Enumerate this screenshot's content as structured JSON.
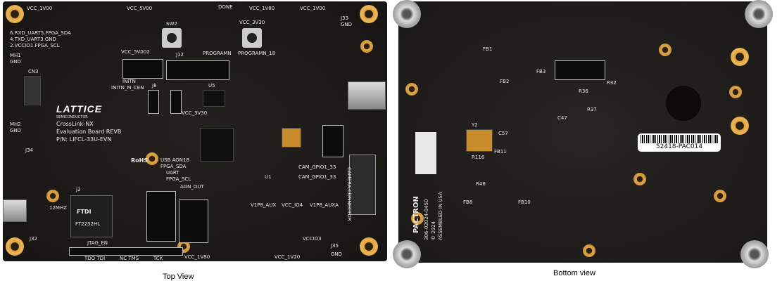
{
  "captions": {
    "top": "Top View",
    "bottom": "Bottom view"
  },
  "top_board": {
    "brand": "LATTICE",
    "brand_sub": "SEMICONDUCTOR",
    "title": "CrossLink-NX",
    "subtitle": "Evaluation Board REVB",
    "part_number": "P/N: LIFCL-33U-EVN",
    "ftdi_chip": [
      "FTDI",
      "FT2232HL"
    ],
    "rohs": "RoHS",
    "silk_labels": [
      "VCC_1V00",
      "VCC_5V00",
      "DONE",
      "VCC_1V80",
      "VCC_1V00",
      "J33",
      "GND",
      "6.RXD_UART5.FPGA_SDA",
      "4.TXD_UART3.GND",
      "2.VCCIO1.FPGA_SCL",
      "SW2",
      "PROGRAMN",
      "PROGRAMN_18",
      "VCC_3V30",
      "MH1",
      "GND",
      "CN3",
      "VCC_5V002",
      "J12",
      "INITN",
      "INITN_M_CEN",
      "J8",
      "U5",
      "VCC_3V30",
      "MH2",
      "GND",
      "J34",
      "USB AON18",
      "FPGA_SDA",
      "UART",
      "FPGA_SCL",
      "AON_OUT",
      "J2",
      "12MHZ",
      "V1P8_AUX",
      "VCC_IO4",
      "V1P8_AUXA",
      "VCCIO3",
      "JTAG_EN",
      "VCC_1V80",
      "VCC_1V20",
      "J35",
      "GND",
      "J32",
      "TDO TDI",
      "NC TMS",
      "TCK",
      "CAMERA CONNECTOR",
      "CAM_GPIO1_33",
      "CAM_GPIO1_33",
      "U1"
    ]
  },
  "bottom_board": {
    "label": "52418-PAC014",
    "brand": "PACTRON",
    "silk_labels": [
      "306-02024-0450",
      "© 2024",
      "ASSEMBLED IN USA",
      "FB1",
      "FB2",
      "FB3",
      "FB8",
      "FB10",
      "FB11",
      "Y2",
      "R116",
      "C57",
      "R46",
      "R32",
      "R36",
      "R37",
      "C47"
    ]
  }
}
